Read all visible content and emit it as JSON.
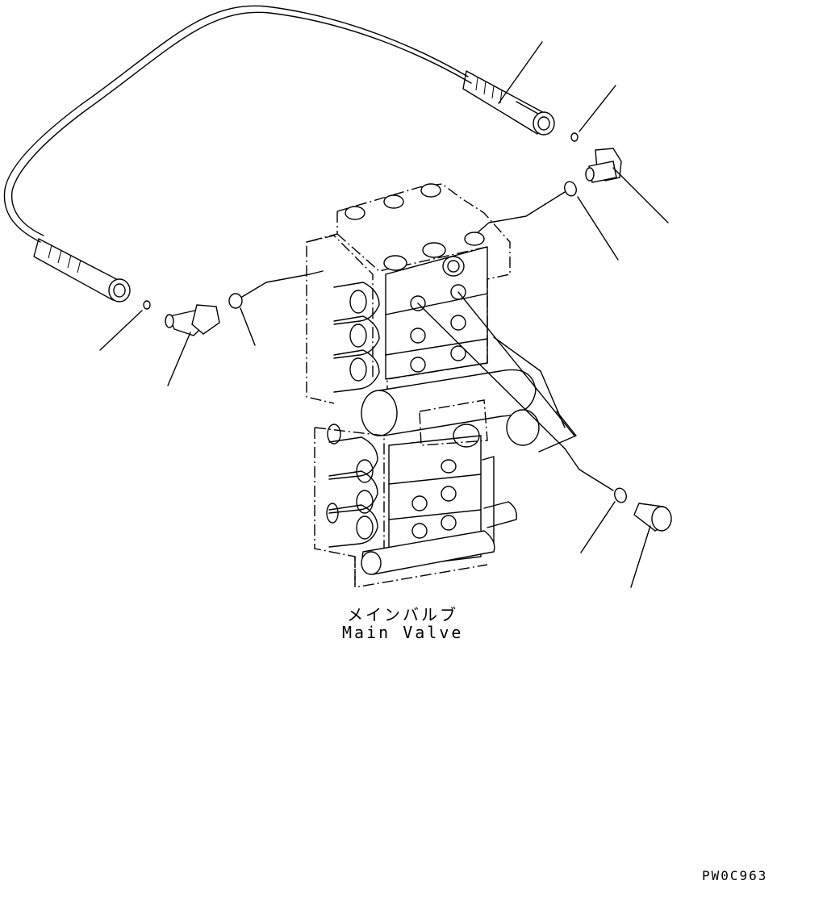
{
  "component": {
    "name_ja": "メインバルブ",
    "name_en": "Main Valve"
  },
  "drawing_code": "PW0C963"
}
